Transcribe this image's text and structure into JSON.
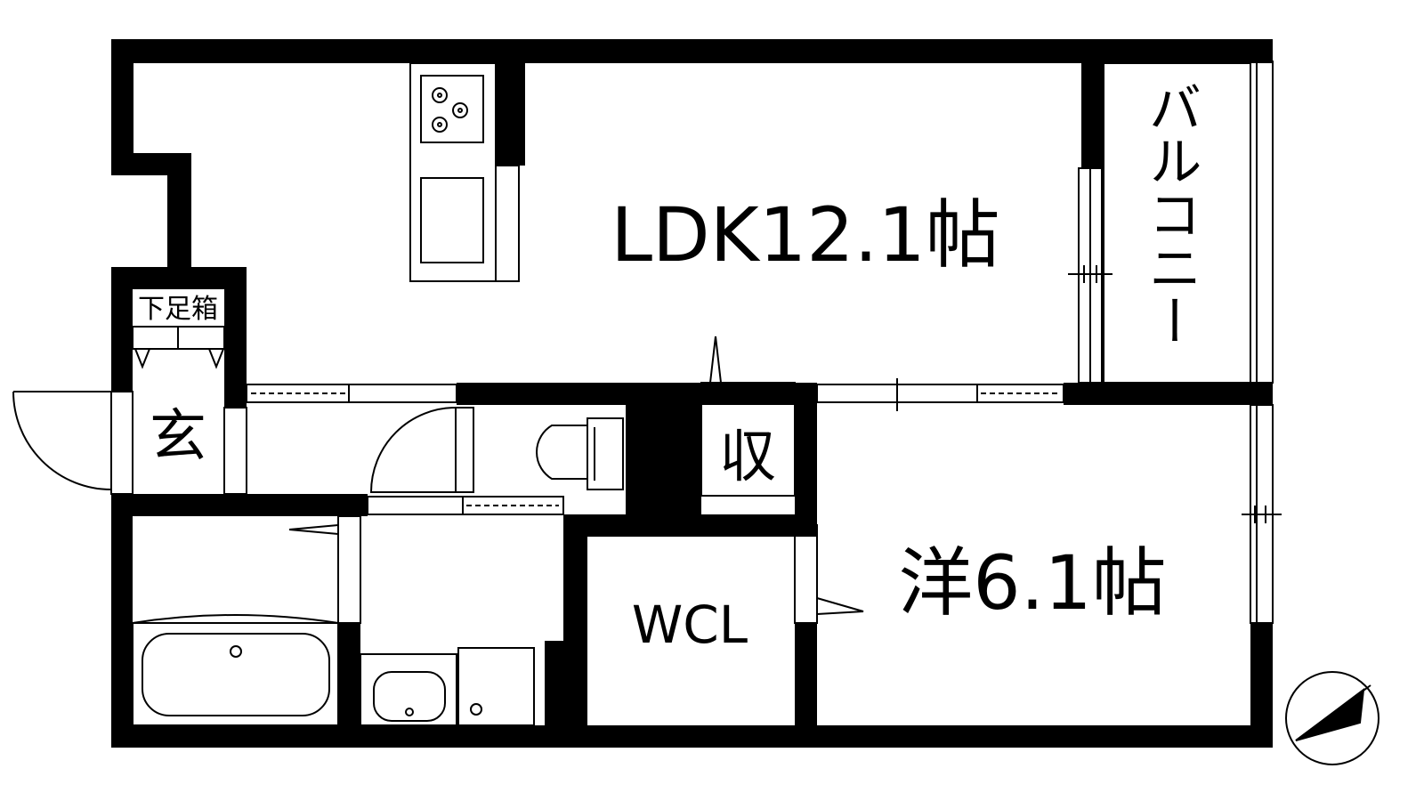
{
  "rooms": {
    "ldk": "LDK12.1帖",
    "western": "洋6.1帖",
    "balcony": "バルコニー",
    "entrance": "玄",
    "shoe_box": "下足箱",
    "storage": "収",
    "walk_in_closet": "WCL"
  }
}
